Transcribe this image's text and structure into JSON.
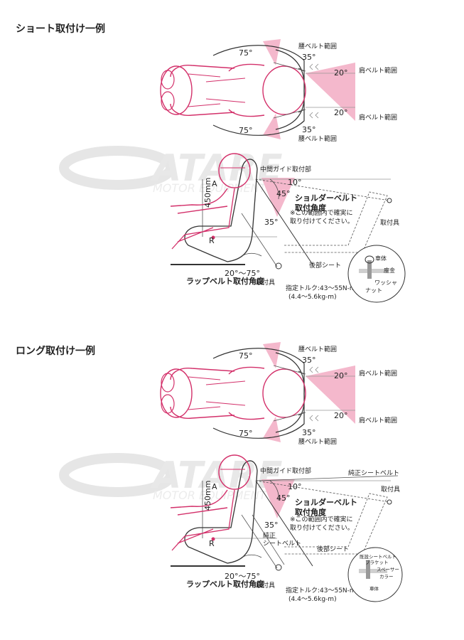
{
  "sections": [
    {
      "heading": "ショート取付け一例",
      "top_view": {
        "waist_belt_range": "腰ベルト範囲",
        "shoulder_belt_range": "肩ベルト範囲",
        "lap_angle_top": "75°",
        "lap_angle_bottom": "75°",
        "waist_angle_top": "35°",
        "waist_angle_bottom": "35°",
        "shoulder_angle_top": "20°",
        "shoulder_angle_bottom": "20°"
      },
      "side_view": {
        "mid_guide": "中間ガイド取付部",
        "angle_10": "10°",
        "angle_45": "45°",
        "angle_35": "35°",
        "shoulder_belt_title_1": "ショルダーベルト",
        "shoulder_belt_title_2": "取付角度",
        "note_1": "※この範囲内で確実に",
        "note_2": "取り付けてください。",
        "height": "450mm",
        "point_a": "A",
        "point_r": "R",
        "rear_seat": "後部シート",
        "mount_right": "取付具",
        "lap_range": "20°〜75°",
        "lap_title": "ラップベルト取付角度",
        "mount_bottom": "取付具",
        "torque": "指定トルク:43〜55N-m",
        "torque_sub": "(4.4〜5.6kg-m)"
      },
      "detail": {
        "body": "車体",
        "seat": "座金",
        "washer": "ワッシャ",
        "nut": "ナット"
      }
    },
    {
      "heading": "ロング取付け一例",
      "top_view": {
        "waist_belt_range": "腰ベルト範囲",
        "shoulder_belt_range": "肩ベルト範囲",
        "lap_angle_top": "75°",
        "lap_angle_bottom": "75°",
        "waist_angle_top": "35°",
        "waist_angle_bottom": "35°",
        "shoulder_angle_top": "20°",
        "shoulder_angle_bottom": "20°"
      },
      "side_view": {
        "mid_guide": "中間ガイド取付部",
        "oem_belt": "純正シートベルト",
        "mount_upper": "取付具",
        "angle_10": "10°",
        "angle_45": "45°",
        "angle_35": "35°",
        "shoulder_belt_title_1": "ショルダーベルト",
        "shoulder_belt_title_2": "取付角度",
        "note_1": "※この範囲内で確実に",
        "note_2": "取り付けてください。",
        "height": "450mm",
        "point_a": "A",
        "point_r": "R",
        "oem_belt_short_1": "純正",
        "oem_belt_short_2": "シートベルト",
        "rear_seat": "後部シート",
        "lap_range": "20°〜75°",
        "lap_title": "ラップベルト取付角度",
        "mount_bottom": "取付具",
        "torque": "指定トルク:43〜55N-m",
        "torque_sub": "(4.4〜5.6kg-m)"
      },
      "detail": {
        "bracket_1": "既設シートベルト",
        "bracket_2": "ブラケット",
        "spacer": "スペーサー",
        "collar": "カラー",
        "body": "車体"
      }
    }
  ],
  "watermark": {
    "logo": "ATARE",
    "sub": "MOTOR EQUIPMENT"
  },
  "colors": {
    "pink": "#f4b8cc",
    "line_pink": "#d3306a",
    "ink": "#222222",
    "gray": "#9a9a9a"
  }
}
